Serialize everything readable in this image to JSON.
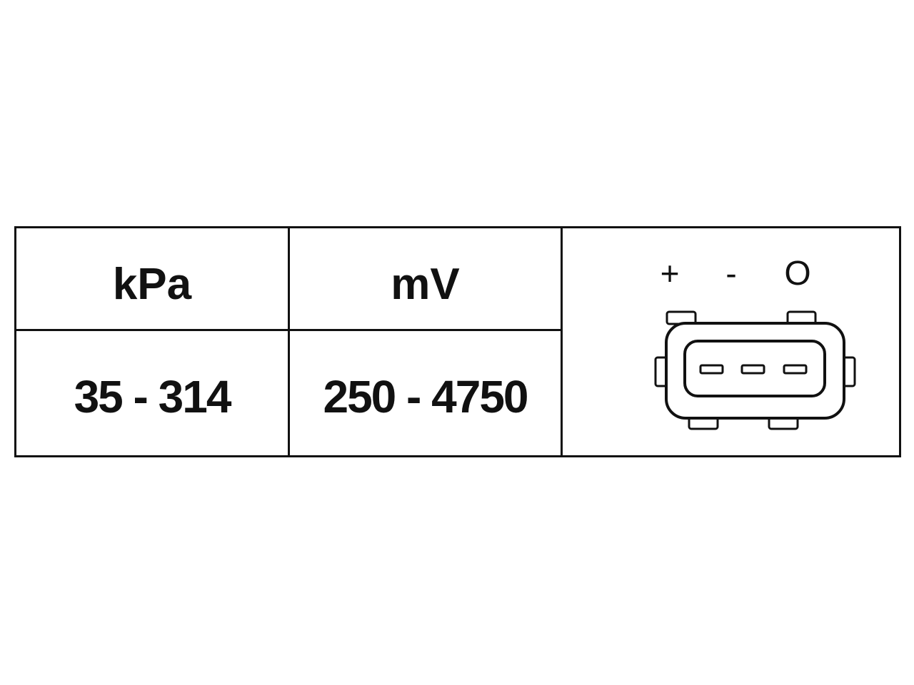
{
  "table": {
    "headers": [
      "kPa",
      "mV"
    ],
    "values": [
      "35 - 314",
      "250 - 4750"
    ]
  },
  "connector": {
    "pin_labels": {
      "plus": "+",
      "minus": "-",
      "output": "O"
    },
    "pin_count": 3
  }
}
